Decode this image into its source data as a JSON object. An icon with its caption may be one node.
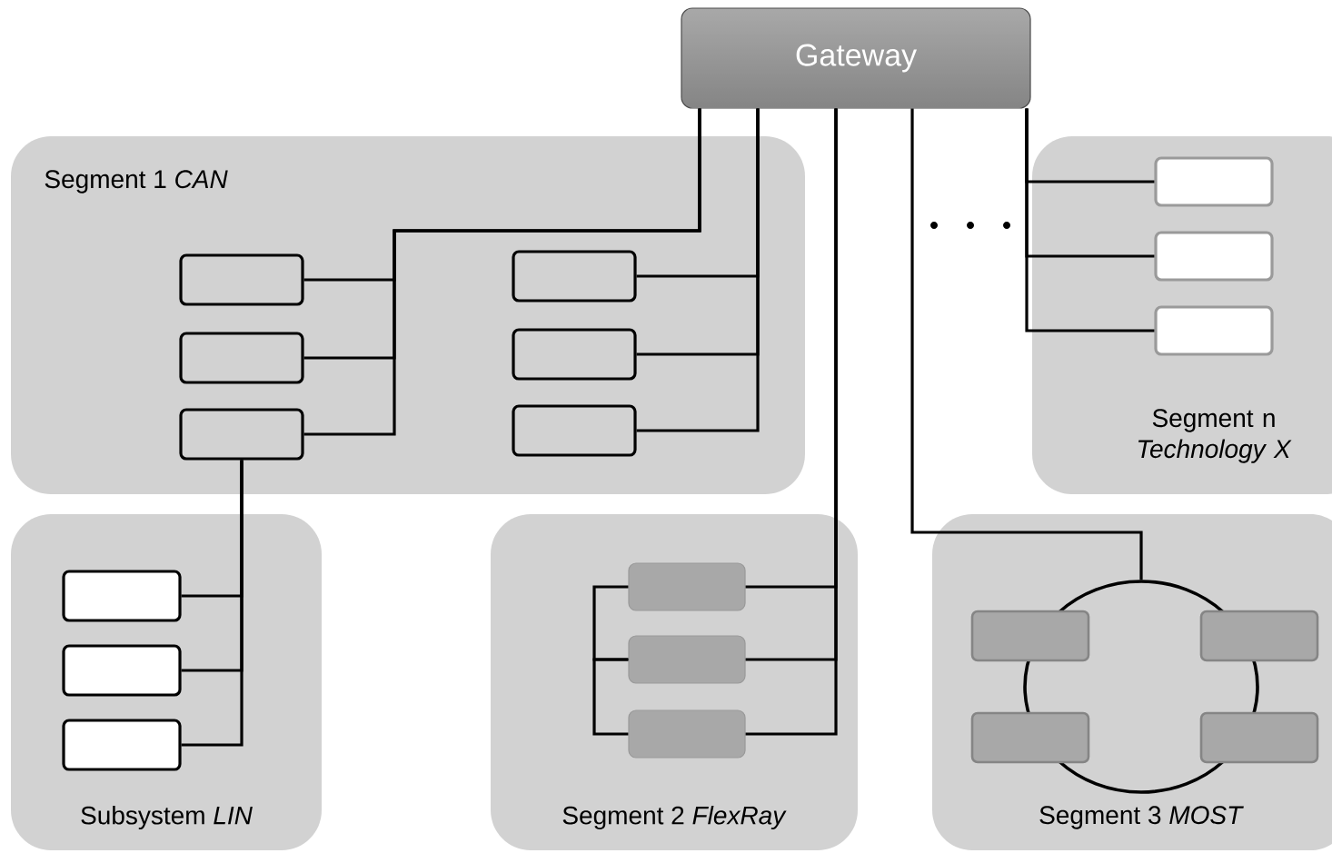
{
  "diagram": {
    "nodes": [
      {
        "text": [
          "Gateway"
        ]
      },
      {
        "text": [
          "Segment 1 *CAN*"
        ]
      },
      {
        "text": [],
        "shape": "box",
        "in": 1
      },
      {
        "text": [],
        "shape": "box",
        "in": 1
      },
      {
        "text": [],
        "shape": "box",
        "in": 1
      },
      {
        "text": [],
        "shape": "box",
        "in": 1
      },
      {
        "text": [],
        "shape": "box",
        "in": 1
      },
      {
        "text": [],
        "shape": "box",
        "in": 1
      },
      {
        "text": [
          "Segment n *Technology X*"
        ]
      },
      {
        "text": [],
        "shape": "box",
        "in": 8
      },
      {
        "text": [],
        "shape": "box",
        "in": 8
      },
      {
        "text": [],
        "shape": "box",
        "in": 8
      },
      {
        "text": [
          "Subsystem *LIN*"
        ]
      },
      {
        "text": [],
        "shape": "box",
        "in": 12
      },
      {
        "text": [],
        "shape": "box",
        "in": 12
      },
      {
        "text": [],
        "shape": "box",
        "in": 12
      },
      {
        "text": [
          "Segment 2 *FlexRay*"
        ]
      },
      {
        "text": [],
        "shape": "box",
        "in": 16
      },
      {
        "text": [],
        "shape": "box",
        "in": 16
      },
      {
        "text": [],
        "shape": "box",
        "in": 16
      },
      {
        "text": [
          "Segment 3 *MOST*"
        ]
      },
      {
        "text": [],
        "shape": "circle",
        "in": 20
      },
      {
        "text": [],
        "shape": "box",
        "in": 20
      },
      {
        "text": [],
        "shape": "box",
        "in": 20
      },
      {
        "text": [],
        "shape": "box",
        "in": 20
      },
      {
        "text": [],
        "shape": "box",
        "in": 20
      }
    ],
    "edges": [
      {
        "from": 0,
        "to": 2,
        "arrow": "none"
      },
      {
        "from": 0,
        "to": 3,
        "arrow": "none"
      },
      {
        "from": 0,
        "to": 4,
        "arrow": "none"
      },
      {
        "from": 0,
        "to": 5,
        "arrow": "none"
      },
      {
        "from": 0,
        "to": 6,
        "arrow": "none"
      },
      {
        "from": 0,
        "to": 7,
        "arrow": "none"
      },
      {
        "from": 0,
        "to": 9,
        "arrow": "none"
      },
      {
        "from": 0,
        "to": 10,
        "arrow": "none"
      },
      {
        "from": 0,
        "to": 11,
        "arrow": "none"
      },
      {
        "from": 0,
        "to": 17,
        "arrow": "none"
      },
      {
        "from": 0,
        "to": 18,
        "arrow": "none"
      },
      {
        "from": 0,
        "to": 19,
        "arrow": "none"
      },
      {
        "from": 0,
        "to": 21,
        "arrow": "none"
      },
      {
        "from": 4,
        "to": 13,
        "arrow": "none"
      },
      {
        "from": 4,
        "to": 14,
        "arrow": "none"
      },
      {
        "from": 4,
        "to": 15,
        "arrow": "none"
      },
      {
        "from": 17,
        "to": 18,
        "arrow": "none"
      },
      {
        "from": 18,
        "to": 19,
        "arrow": "none"
      }
    ]
  }
}
